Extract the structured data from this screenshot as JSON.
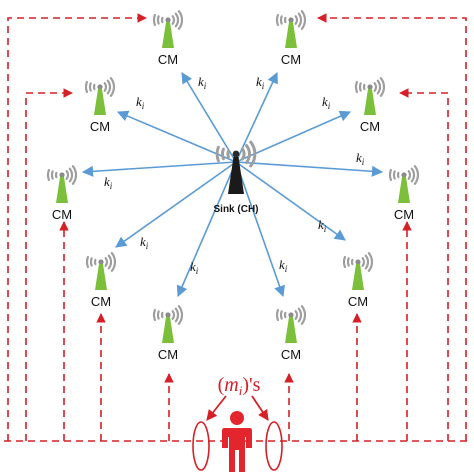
{
  "colors": {
    "cluster_member": "#7cbf3a",
    "sink": "#1a1a1a",
    "waves": "#9e9e9e",
    "link": "#5b9bd5",
    "feedback": "#d62027"
  },
  "sink": {
    "label": "Sink (CH)",
    "icon": "antenna-tower-icon"
  },
  "cluster_members": [
    {
      "label": "CM"
    },
    {
      "label": "CM"
    },
    {
      "label": "CM"
    },
    {
      "label": "CM"
    },
    {
      "label": "CM"
    },
    {
      "label": "CM"
    },
    {
      "label": "CM"
    },
    {
      "label": "CM"
    },
    {
      "label": "CM"
    },
    {
      "label": "CM"
    }
  ],
  "link_label": {
    "base": "k",
    "sub": "i"
  },
  "feedback_label": {
    "open": "(",
    "var": "m",
    "sub": "i",
    "close": ")'s"
  },
  "user": {
    "icon": "person-icon"
  }
}
